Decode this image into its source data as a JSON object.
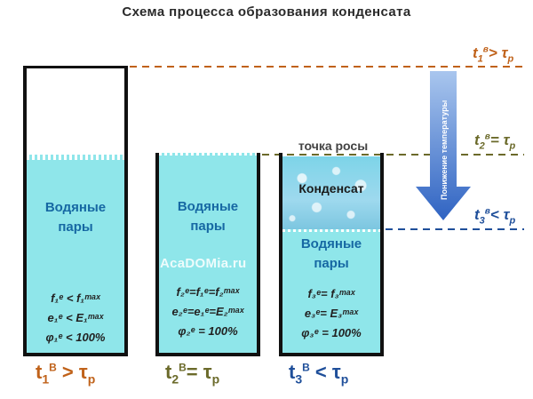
{
  "title": "Схема процесса образования конденсата",
  "watermark": "AcaDOMia.ru",
  "dew_point_label": "точка росы",
  "condensate_label": "Конденсат",
  "arrow_text": "Понижение температуры",
  "vessels": [
    {
      "label_line1": "Водяные",
      "label_line2": "пары",
      "eq1": "f₁ᵉ < f₁ᵐᵃˣ",
      "eq2": "e₁ᵉ < E₁ᵐᵃˣ",
      "eq3": "φ₁ᵉ < 100%",
      "bottom": {
        "t": "t",
        "sub": "1",
        "sup": "В",
        "rel": " > τ",
        "rel_sub": "р"
      }
    },
    {
      "label_line1": "Водяные",
      "label_line2": "пары",
      "eq1": "f₂ᵉ=f₁ᵉ=f₂ᵐᵃˣ",
      "eq2": "e₂ᵉ=e₁ᵉ=E₂ᵐᵃˣ",
      "eq3": "φ₂ᵉ = 100%",
      "bottom": {
        "t": "t",
        "sub": "2",
        "sup": "В",
        "rel": "= τ",
        "rel_sub": "р"
      }
    },
    {
      "label_line1": "Водяные",
      "label_line2": "пары",
      "eq1": "f₃ᵉ= f₃ᵐᵃˣ",
      "eq2": "e₃ᵉ= E₃ᵐᵃˣ",
      "eq3": "φ₃ᵉ = 100%",
      "bottom": {
        "t": "t",
        "sub": "3",
        "sup": "В",
        "rel": " < τ",
        "rel_sub": "р"
      }
    }
  ],
  "right_labels": [
    {
      "t": "t",
      "sub": "1",
      "sup": "в",
      "rel": "> τ",
      "rel_sub": "р"
    },
    {
      "t": "t",
      "sub": "2",
      "sup": "в",
      "rel": "= τ",
      "rel_sub": "р"
    },
    {
      "t": "t",
      "sub": "3",
      "sup": "в",
      "rel": "< τ",
      "rel_sub": "р"
    }
  ],
  "colors": {
    "level1": "#c0621a",
    "level2": "#6b6a2a",
    "level3": "#1f4f9a",
    "arrow": "#3a6fc4",
    "vapor_text": "#1668a3",
    "water": "#8fe6ea"
  }
}
